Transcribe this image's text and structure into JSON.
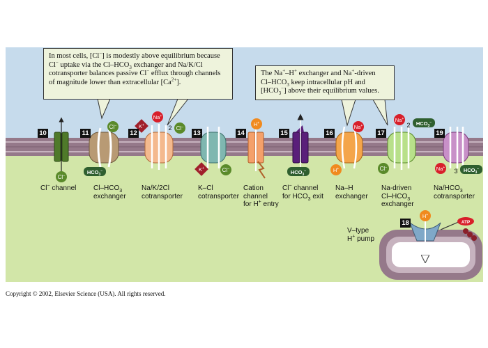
{
  "callouts": {
    "left": {
      "l1a": "In most cells, [Cl",
      "l1b": "] is modestly above equilibrium because",
      "l2a": "Cl",
      "l2b": " uptake via the Cl–HCO",
      "l2c": " exchanger and Na/K/Cl",
      "l3a": "cotransporter balances passive Cl",
      "l3b": " efflux through channels",
      "l4a": "of magnitude lower than extracellular [Ca",
      "l4b": "2+",
      "l4c": "]."
    },
    "right": {
      "l1a": "The Na",
      "l1b": "–H",
      "l1c": " exchanger and Na",
      "l1d": "-driven",
      "l2a": "Cl–HCO",
      "l2b": " keep intracellular pH and",
      "l3a": "[HCO",
      "l3b": "] above their equilibrium values."
    }
  },
  "sym": {
    "minus": "−",
    "plus": "+",
    "sub3": "3",
    "two": "2",
    "three": "3"
  },
  "numbers": {
    "n10": "10",
    "n11": "11",
    "n12": "12",
    "n13": "13",
    "n14": "14",
    "n15": "15",
    "n16": "16",
    "n17": "17",
    "n18": "18",
    "n19": "19"
  },
  "ions": {
    "cl": "Cl",
    "k": "K",
    "na": "Na",
    "h": "H",
    "hco3": "HCO",
    "atp": "ATP"
  },
  "labels": {
    "t10": "Cl",
    "t10b": " channel",
    "t11a": "Cl–HCO",
    "t11b": "exchanger",
    "t12a": "Na/K/2Cl",
    "t12b": "cotransporter",
    "t13a": "K–Cl",
    "t13b": "cotransporter",
    "t14a": "Cation",
    "t14b": "channel",
    "t14c": "for H",
    "t14d": " entry",
    "t15a": "Cl",
    "t15b": " channel",
    "t15c": "for HCO",
    "t15d": " exit",
    "t16a": "Na–H",
    "t16b": "exchanger",
    "t17a": "Na-driven",
    "t17b": "Cl–HCO",
    "t17c": "exchanger",
    "t18a": "V–type",
    "t18b": "H",
    "t18c": " pump",
    "t19a": "Na/HCO",
    "t19b": "cotransporter"
  },
  "copyright": "Copyright © 2002, Elsevier Science (USA).  All rights reserved.",
  "colors": {
    "extracellular": "#c6dbec",
    "intracellular": "#d2e6a8",
    "membrane": "#95798a",
    "cl": "#5a8a2a",
    "na": "#d81f2a",
    "k": "#a01f2a",
    "h": "#f08a1e",
    "hco3": "#2f5f2f",
    "callout": "#eef3dc"
  }
}
